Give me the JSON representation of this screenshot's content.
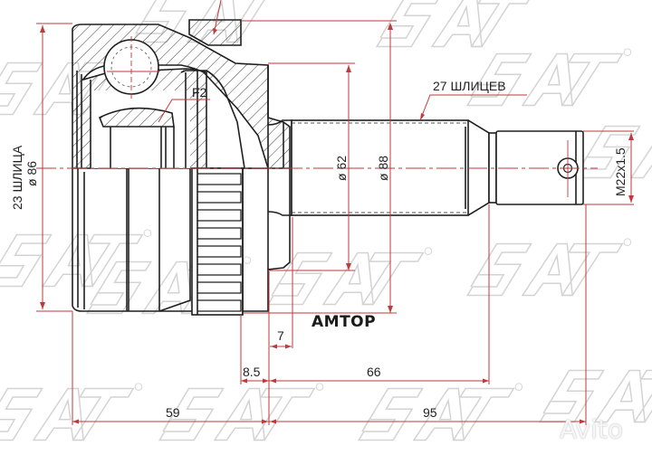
{
  "drawing": {
    "title": "CV joint outer assembly technical drawing",
    "colors": {
      "line": "#1f1f1f",
      "dimension": "#c0393b",
      "watermark": "#c8c8c8",
      "background": "#ffffff"
    },
    "watermark_text": "SAT",
    "brand_label": "AMTOP",
    "marketplace_badge": "Avito",
    "annotations": {
      "inner_splines": "23 ШЛИЦА",
      "inner_diameter": "ø 86",
      "outer_splines": "27 ШЛИЦЕВ",
      "feature_label": "F2",
      "diameter_62": "ø 62",
      "diameter_88": "ø 88",
      "thread": "M22x1.5"
    },
    "dimensions": {
      "d7": "7",
      "d8_5": "8.5",
      "d66": "66",
      "d59": "59",
      "d95": "95"
    }
  }
}
